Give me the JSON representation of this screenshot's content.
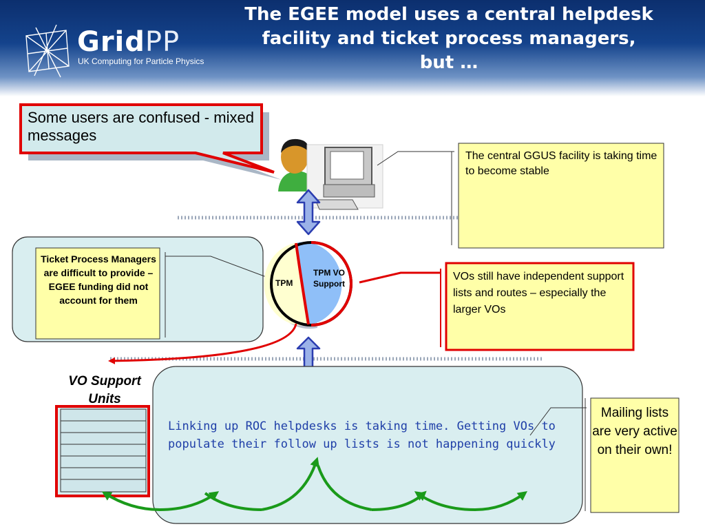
{
  "header": {
    "title": "The EGEE model uses a central helpdesk facility and ticket process managers, but …",
    "logo_word_bold": "Grid",
    "logo_word_light": "PP",
    "logo_subtitle": "UK Computing for Particle Physics"
  },
  "callout": {
    "text": "Some users are confused - mixed messages"
  },
  "ggus_note": {
    "text": "The central GGUS facility is taking time to become stable"
  },
  "tpm_note": {
    "text": "Ticket Process Managers are difficult to provide – EGEE funding did not account for them"
  },
  "pie": {
    "left_label": "TPM",
    "right_label": "TPM VO Support"
  },
  "vos_note": {
    "text": "VOs still have independent support lists and routes – especially the larger VOs"
  },
  "vo_support": {
    "label": "VO Support Units",
    "rows": 7
  },
  "roc_panel": {
    "text": "Linking up ROC helpdesks is taking time. Getting VOs to populate their follow up lists is not happening quickly"
  },
  "mailing_note": {
    "text": "Mailing lists are very active on their own!"
  },
  "colors": {
    "header_blue": "#14438c",
    "panel_fill": "#d9eef0",
    "note_fill": "#ffffa8",
    "alert_red": "#e00000",
    "arrow_blue": "#2b3db0",
    "arrow_green": "#1a9a1a",
    "roc_text": "#1f3fa8",
    "tpm_slice": "#ffffd0",
    "vo_slice": "#8fbff8"
  }
}
